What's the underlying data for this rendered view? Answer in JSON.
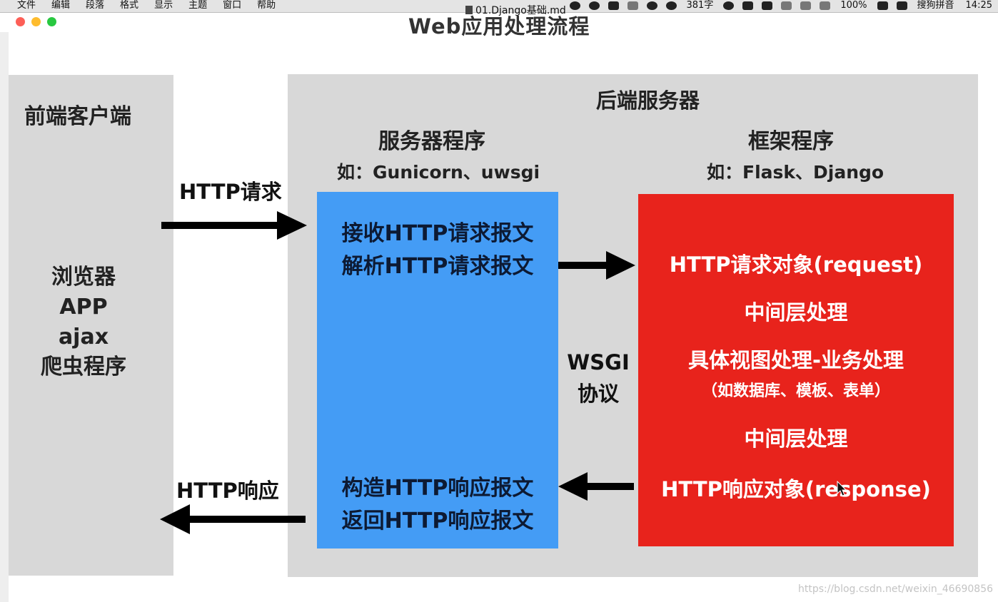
{
  "menubar": {
    "menus": [
      "文件",
      "编辑",
      "段落",
      "格式",
      "显示",
      "主题",
      "窗口",
      "帮助"
    ],
    "word_count": "381字",
    "battery": "100%",
    "input_method": "搜狗拼音",
    "clock": "14:25"
  },
  "window": {
    "doc_title": "01.Django基础.md"
  },
  "diagram": {
    "title": "Web应用处理流程",
    "client": {
      "title": "前端客户端",
      "items": [
        "浏览器",
        "APP",
        "ajax",
        "爬虫程序"
      ]
    },
    "backend": {
      "title": "后端服务器",
      "server": {
        "title": "服务器程序",
        "example": "如：Gunicorn、uwsgi",
        "recv_lines": [
          "接收HTTP请求报文",
          "解析HTTP请求报文"
        ],
        "send_lines": [
          "构造HTTP响应报文",
          "返回HTTP响应报文"
        ],
        "color": "#449cf5"
      },
      "framework": {
        "title": "框架程序",
        "example": "如：Flask、Django",
        "steps": [
          "HTTP请求对象(request)",
          "中间层处理",
          "具体视图处理-业务处理",
          "（如数据库、模板、表单）",
          "中间层处理",
          "HTTP响应对象(response)"
        ],
        "color": "#e8231c"
      },
      "protocol": [
        "WSGI",
        "协议"
      ]
    },
    "arrows": {
      "request_label": "HTTP请求",
      "response_label": "HTTP响应"
    }
  },
  "watermark": "https://blog.csdn.net/weixin_46690856"
}
